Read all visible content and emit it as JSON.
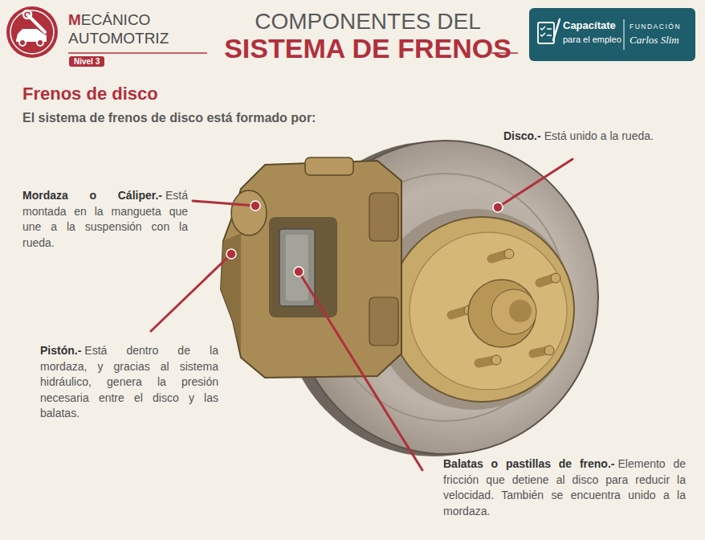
{
  "diagram": {
    "title": "COMPONENTES DEL SISTEMA DE FRENOS",
    "labels": [
      "MECÁNICO",
      "AUTOMOTRIZ",
      "Nivel 3",
      "Capacítate",
      "para el empleo",
      "FUNDACIÓN",
      "Carlos Slim",
      "Frenos de disco",
      "El sistema de frenos de disco está formado por:",
      "Disco.-",
      "Está unido a la rueda.",
      "Mordaza o Cáliper.-",
      "Está montada en la mangueta que une a la suspensión con la rueda.",
      "Pistón.-",
      "Está dentro de la mordaza, y gracias al sistema hidráulico, genera la presión necesaria entre el disco y las balatas.",
      "Balatas o pastillas de freno.-",
      "Elemento de fricción que detiene al disco para reducir la velocidad. También se encuentra unido a la mordaza."
    ]
  }
}
